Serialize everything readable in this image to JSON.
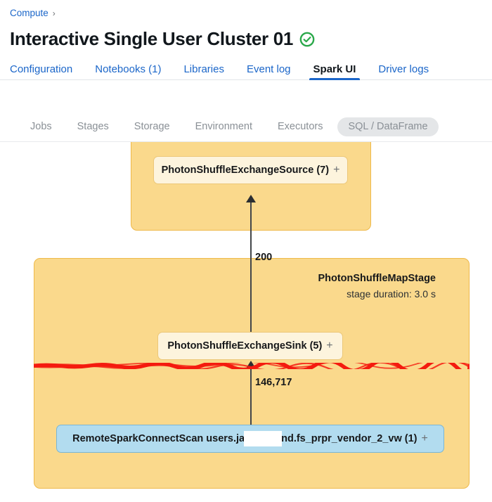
{
  "breadcrumb": {
    "root_label": "Compute",
    "separator": "›"
  },
  "header": {
    "title": "Interactive Single User Cluster 01",
    "status_icon": "check-circle-icon",
    "status_color": "#2aa84a"
  },
  "tabs": [
    {
      "label": "Configuration",
      "active": false
    },
    {
      "label": "Notebooks (1)",
      "active": false
    },
    {
      "label": "Libraries",
      "active": false
    },
    {
      "label": "Event log",
      "active": false
    },
    {
      "label": "Spark UI",
      "active": true
    },
    {
      "label": "Driver logs",
      "active": false
    }
  ],
  "spark_subnav": [
    {
      "label": "Jobs",
      "selected": false
    },
    {
      "label": "Stages",
      "selected": false
    },
    {
      "label": "Storage",
      "selected": false
    },
    {
      "label": "Environment",
      "selected": false
    },
    {
      "label": "Executors",
      "selected": false
    },
    {
      "label": "SQL / DataFrame",
      "selected": true
    }
  ],
  "dag": {
    "colors": {
      "stage_fill": "#fad98c",
      "stage_border": "#eeb94a",
      "node_orange_fill": "#fdf4dd",
      "node_blue_fill": "#b2dcef",
      "edge": "#43464a",
      "annotation": "#f41b0f"
    },
    "stages": [
      {
        "name": "",
        "duration": ""
      },
      {
        "name": "PhotonShuffleMapStage",
        "duration": "stage duration: 3.0 s"
      }
    ],
    "nodes": [
      {
        "label": "PhotonShuffleExchangeSource (7)",
        "expander": "+",
        "type": "orange"
      },
      {
        "label": "PhotonShuffleExchangeSink (5)",
        "expander": "+",
        "type": "orange"
      },
      {
        "label_prefix": "RemoteSparkConnectScan users.ja",
        "label_suffix": "nd.fs_prpr_vendor_2_vw (1)",
        "expander": "+",
        "type": "blue",
        "redacted": true
      }
    ],
    "edges": [
      {
        "label": "200"
      },
      {
        "label": "146,717"
      }
    ]
  }
}
